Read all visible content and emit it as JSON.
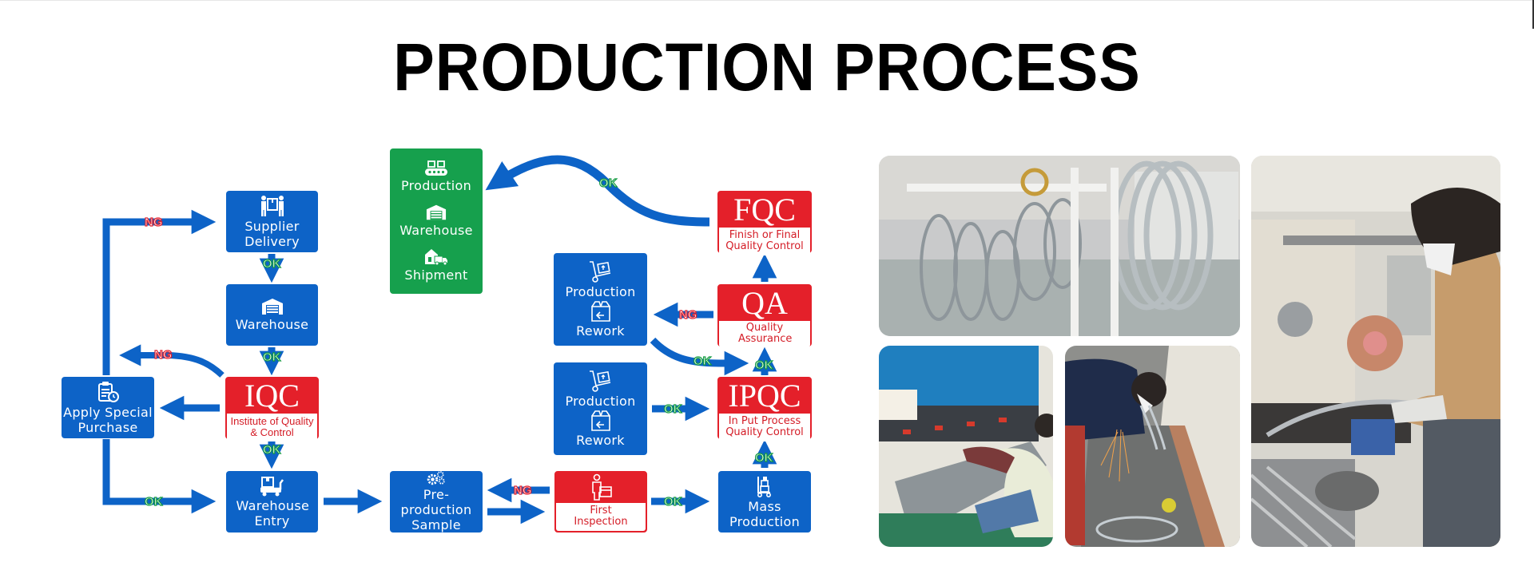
{
  "title": "PRODUCTION PROCESS",
  "colors": {
    "process_blue": "#0d63c7",
    "control_red": "#e4202a",
    "final_green": "#16a04d",
    "ok_green": "#119a3f",
    "ng_red": "#e21e2b"
  },
  "nodes": {
    "supplier_delivery": {
      "label": "Supplier Delivery",
      "icon": "movers-carrying-box-icon"
    },
    "warehouse": {
      "label": "Warehouse",
      "icon": "warehouse-icon"
    },
    "iqc": {
      "abbr": "IQC",
      "label": "Institute of Quality & Control"
    },
    "apply_special_purchase": {
      "label": "Apply Special Purchase",
      "icon": "clipboard-clock-icon"
    },
    "warehouse_entry": {
      "label": "Warehouse Entry",
      "icon": "forklift-box-icon"
    },
    "pre_production_sample": {
      "label": "Pre-production Sample",
      "icon": "gears-icon"
    },
    "first_inspection": {
      "label": "First Inspection",
      "icon": "inspector-box-icon"
    },
    "mass_production": {
      "label": "Mass Production",
      "icon": "hand-truck-boxes-icon"
    },
    "ipqc": {
      "abbr": "IPQC",
      "label": "In Put Process Quality Control"
    },
    "qa": {
      "abbr": "QA",
      "label": "Quality Assurance"
    },
    "fqc": {
      "abbr": "FQC",
      "label": "Finish or Final Quality Control"
    },
    "rework_upper": {
      "top_label": "Production",
      "bottom_label": "Rework",
      "icons": [
        "cart-box-icon",
        "box-return-icon"
      ]
    },
    "rework_lower": {
      "top_label": "Production",
      "bottom_label": "Rework",
      "icons": [
        "cart-box-icon",
        "box-return-icon"
      ]
    },
    "final_stage": {
      "items": [
        {
          "label": "Production",
          "icon": "conveyor-boxes-icon"
        },
        {
          "label": "Warehouse",
          "icon": "warehouse-icon"
        },
        {
          "label": "Shipment",
          "icon": "truck-house-icon"
        }
      ]
    }
  },
  "edge_labels": {
    "ok": "OK",
    "ng": "NG"
  },
  "photos": [
    {
      "name": "photo-metal-rings-rack",
      "description": "Stainless steel ring frames hanging on rack"
    },
    {
      "name": "photo-press-brake",
      "description": "Worker operating blue press brake"
    },
    {
      "name": "photo-grinding",
      "description": "Worker grinding metal with sparks"
    },
    {
      "name": "photo-polishing",
      "description": "Worker polishing steel ring at polishing wheel"
    }
  ]
}
